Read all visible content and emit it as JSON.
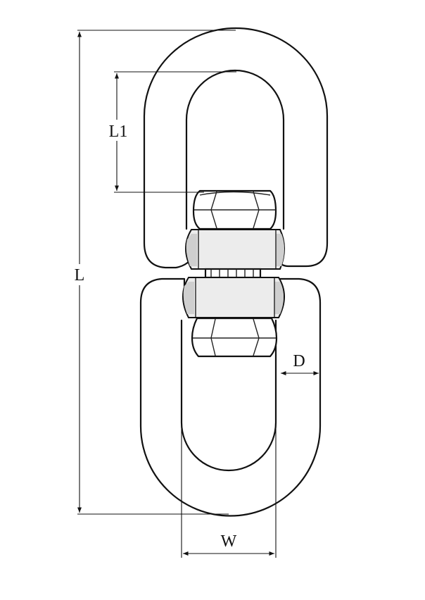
{
  "diagram": {
    "dimensions": {
      "overall_length": "L",
      "inner_length": "L1",
      "material_diameter": "D",
      "inner_width": "W"
    }
  }
}
